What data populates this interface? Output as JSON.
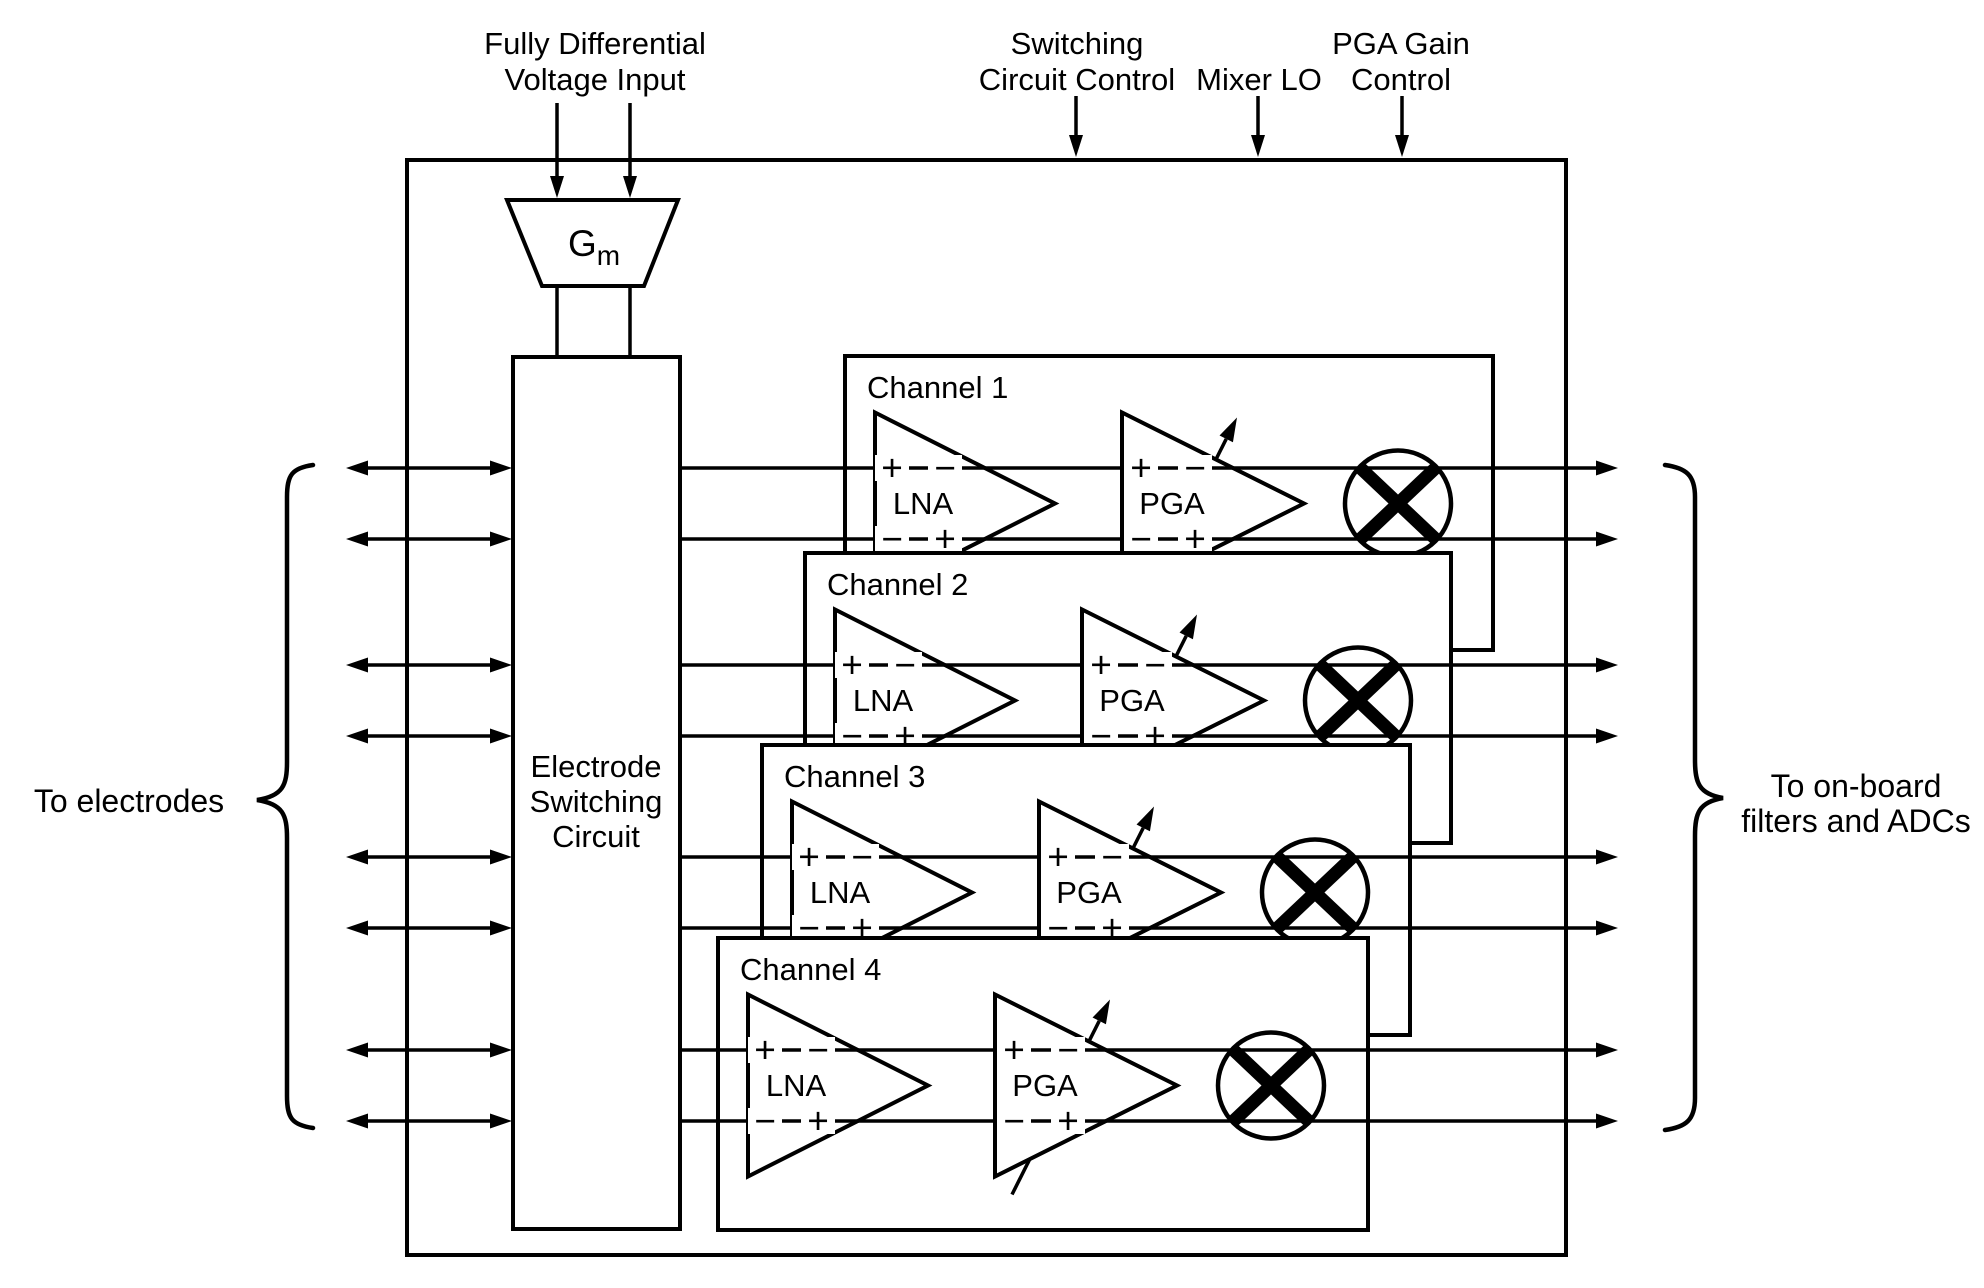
{
  "colors": {
    "ink": "#000000",
    "paper": "#ffffff"
  },
  "top_labels": {
    "voltage_input": {
      "line1": "Fully Differential",
      "line2": "Voltage Input"
    },
    "switching": {
      "line1": "Switching",
      "line2": "Circuit Control"
    },
    "mixer_lo": {
      "line1": "Mixer LO"
    },
    "pga_gain": {
      "line1": "PGA Gain",
      "line2": "Control"
    }
  },
  "gm": {
    "base": "G",
    "sub": "m"
  },
  "electrode_box": {
    "line1": "Electrode",
    "line2": "Switching",
    "line3": "Circuit"
  },
  "side_labels": {
    "left": "To electrodes",
    "right": {
      "line1": "To on-board",
      "line2": "filters and ADCs"
    }
  },
  "channels": [
    {
      "label": "Channel 1",
      "lna": "LNA",
      "pga": "PGA"
    },
    {
      "label": "Channel 2",
      "lna": "LNA",
      "pga": "PGA"
    },
    {
      "label": "Channel 3",
      "lna": "LNA",
      "pga": "PGA"
    },
    {
      "label": "Channel 4",
      "lna": "LNA",
      "pga": "PGA"
    }
  ],
  "signs": {
    "plus": "+",
    "minus": "−"
  },
  "icons": {
    "mixer": "circle-with-x",
    "variable_gain": "diagonal-up-right-arrow",
    "signal_end": "triangle-arrowhead",
    "grouping": "curly-brace"
  }
}
